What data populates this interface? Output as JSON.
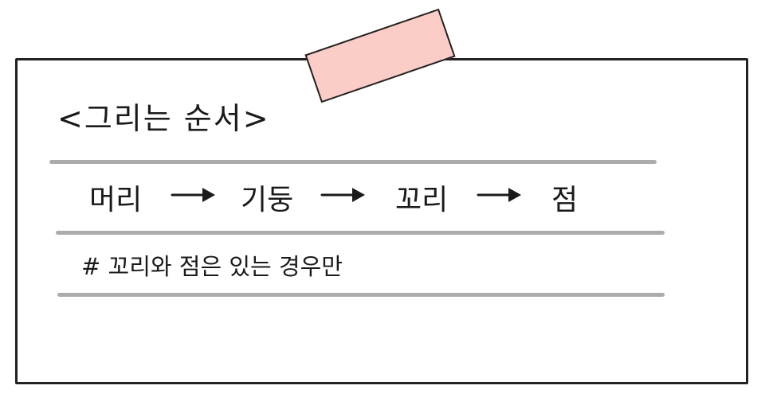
{
  "card": {
    "title": "<그리는 순서>",
    "sequence": [
      "머리",
      "기둥",
      "꼬리",
      "점"
    ],
    "note": "# 꼬리와 점은 있는 경우만"
  },
  "colors": {
    "tape": "#fbcdc6",
    "border": "#222222",
    "rule": "#9e9e9e",
    "text": "#1a1a1a"
  }
}
